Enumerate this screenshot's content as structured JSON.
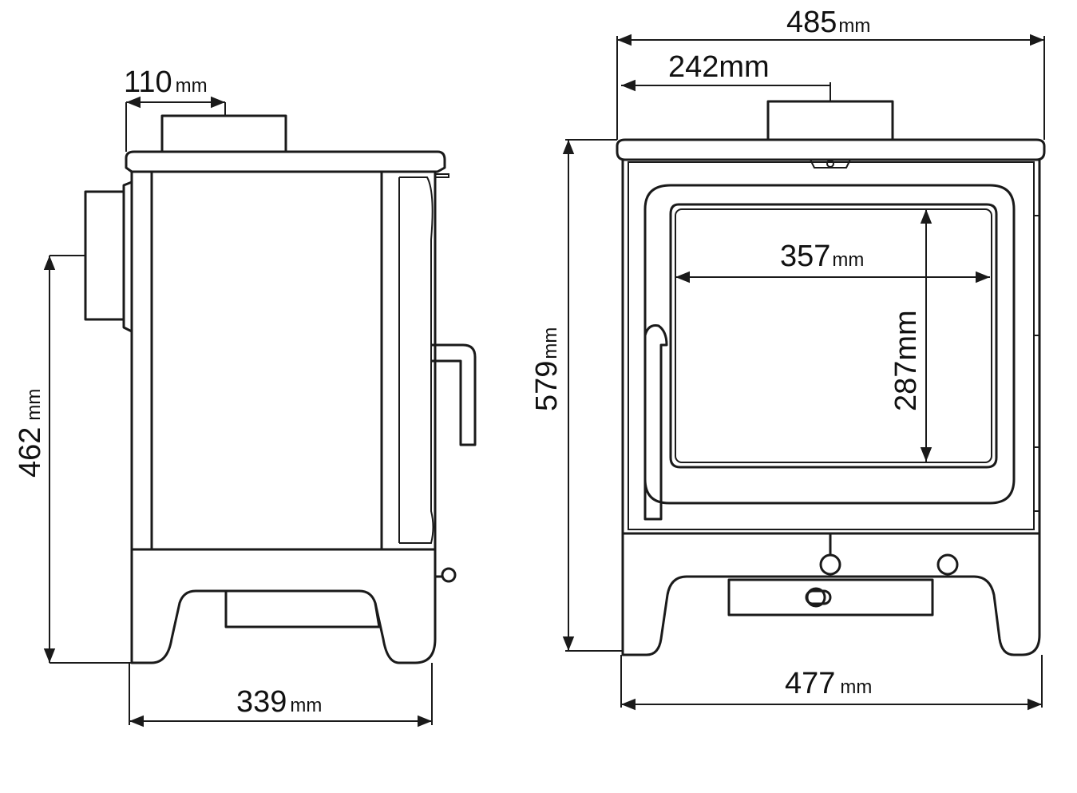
{
  "diagram": {
    "side_view": {
      "flue_offset": {
        "value": "110",
        "unit": "mm"
      },
      "flue_height": {
        "value": "462",
        "unit": "mm"
      },
      "depth": {
        "value": "339",
        "unit": "mm"
      }
    },
    "front_view": {
      "top_width": {
        "value": "485",
        "unit": "mm"
      },
      "flue_center": {
        "value": "242",
        "unit": "mm"
      },
      "height": {
        "value": "579",
        "unit": "mm"
      },
      "glass_width": {
        "value": "357",
        "unit": "mm"
      },
      "glass_height": {
        "value": "287",
        "unit": "mm"
      },
      "base_width": {
        "value": "477",
        "unit": "mm"
      }
    },
    "colors": {
      "line": "#1a1a1a",
      "background": "#ffffff"
    }
  }
}
